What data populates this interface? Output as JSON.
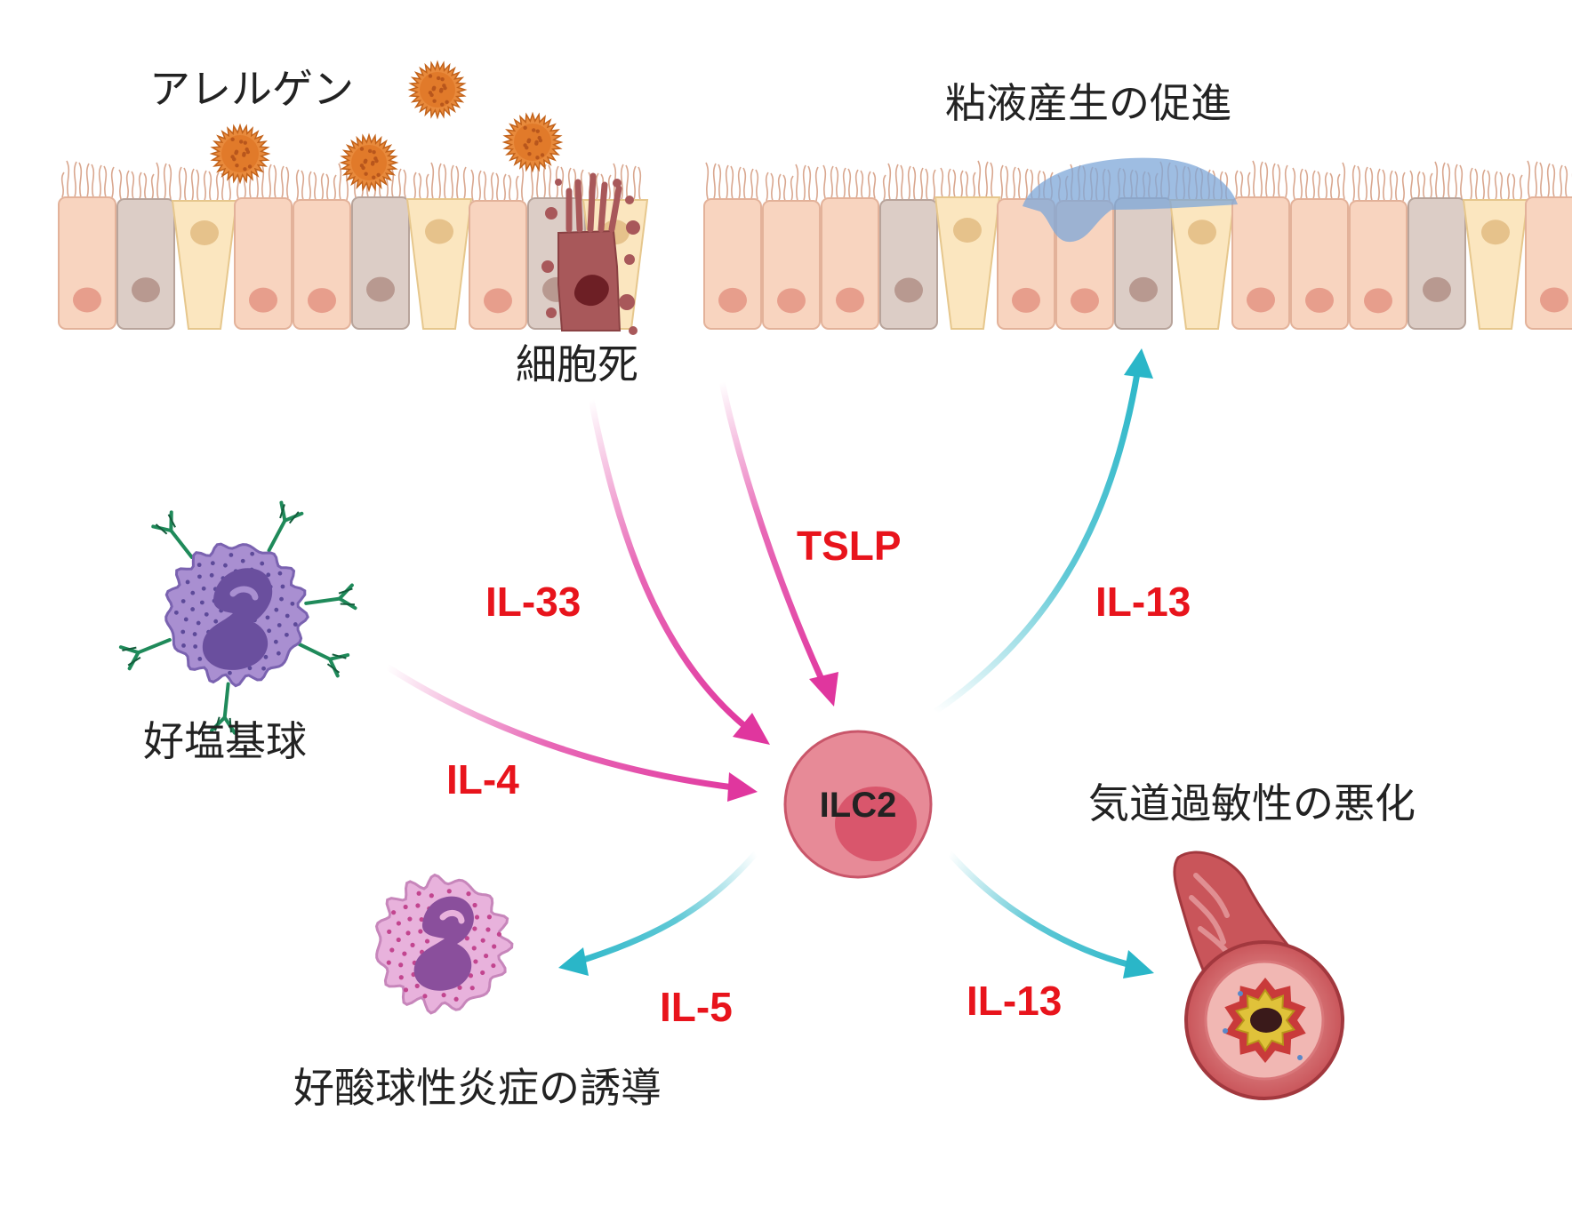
{
  "labels": {
    "allergen": "アレルゲン",
    "mucus": "粘液産生の促進",
    "cell_death": "細胞死",
    "basophil": "好塩基球",
    "ilc2": "ILC2",
    "airway": "気道過敏性の悪化",
    "eosinophil": "好酸球性炎症の誘導"
  },
  "cytokines": {
    "il33": "IL-33",
    "tslp": "TSLP",
    "il13_up": "IL-13",
    "il4": "IL-4",
    "il5": "IL-5",
    "il13_down": "IL-13"
  },
  "colors": {
    "cytokine_text": "#e8141c",
    "input_arrow": "#e0369e",
    "output_arrow": "#2ab6c8",
    "ilc2_fill": "#e78a97",
    "ilc2_nucleus": "#d9566c"
  }
}
